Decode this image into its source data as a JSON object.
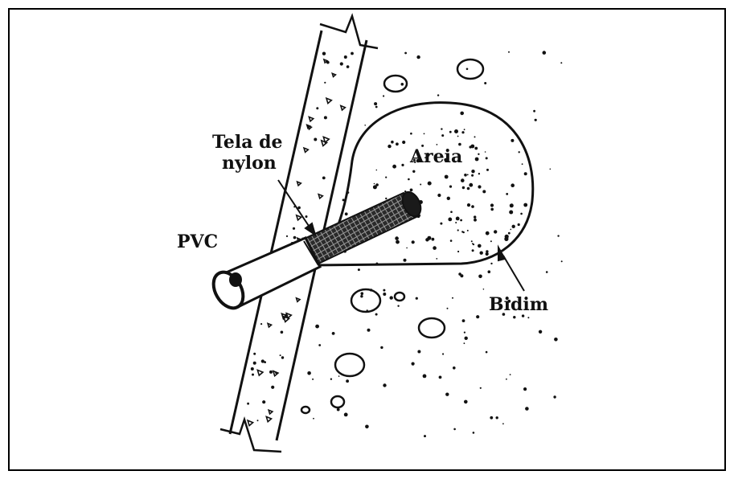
{
  "figure": {
    "labels": {
      "nylon_line1": "Tela de",
      "nylon_line2": "nylon",
      "sand": "Areia",
      "pvc": "PVC",
      "bidim": "Bidim"
    }
  },
  "colors": {
    "ink": "#111111",
    "background": "#ffffff"
  }
}
